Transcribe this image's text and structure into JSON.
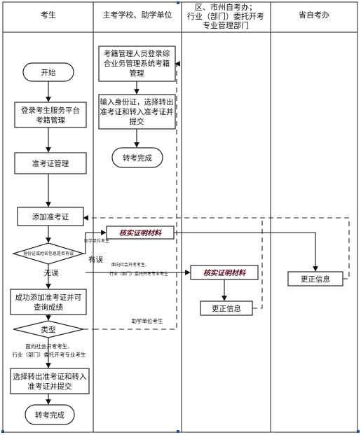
{
  "lanes": {
    "candidate": "考生",
    "school": "主考学校、助学单位",
    "district": [
      "区、市州自考办；",
      "行业（部门）委托开考",
      "专业管理部门"
    ],
    "province": "省自考办"
  },
  "nodes": {
    "start": "开始",
    "login": [
      "登录考生服务平台",
      "考籍管理"
    ],
    "ticket_mgmt": "准考证管理",
    "add_ticket": "添加准考证",
    "decision_check": "身份证或姓名信息是否有误",
    "success": [
      "成功添加准考证并可",
      "查询成绩"
    ],
    "type": "类型",
    "select_transfer": [
      "选择转出准考证和转入",
      "准考证并提交"
    ],
    "end_candidate": "转考完成",
    "school_login": [
      "考籍管理人员登录综",
      "合业务管理系统考籍",
      "管理"
    ],
    "school_input": [
      "输入身份证，选择转出",
      "准考证和转入准考证并",
      "提交"
    ],
    "end_school": "转考完成",
    "verify_school": "核实证明材料",
    "verify_district": "核实证明材料",
    "correct_district": "更正信息",
    "correct_province": "更正信息"
  },
  "labels": {
    "no_error": "无误",
    "has_error": "有误",
    "school_candidate_small": "助学单位考生",
    "social_candidate_small_1": "面向社会开考考生、",
    "social_candidate_small_2": "行业（部门）委托开考专业考生",
    "school_candidate": "助学单位考生",
    "social_candidate_1": "面向社会开考考生、",
    "social_candidate_2": "行业（部门）委托开考专业考生"
  }
}
